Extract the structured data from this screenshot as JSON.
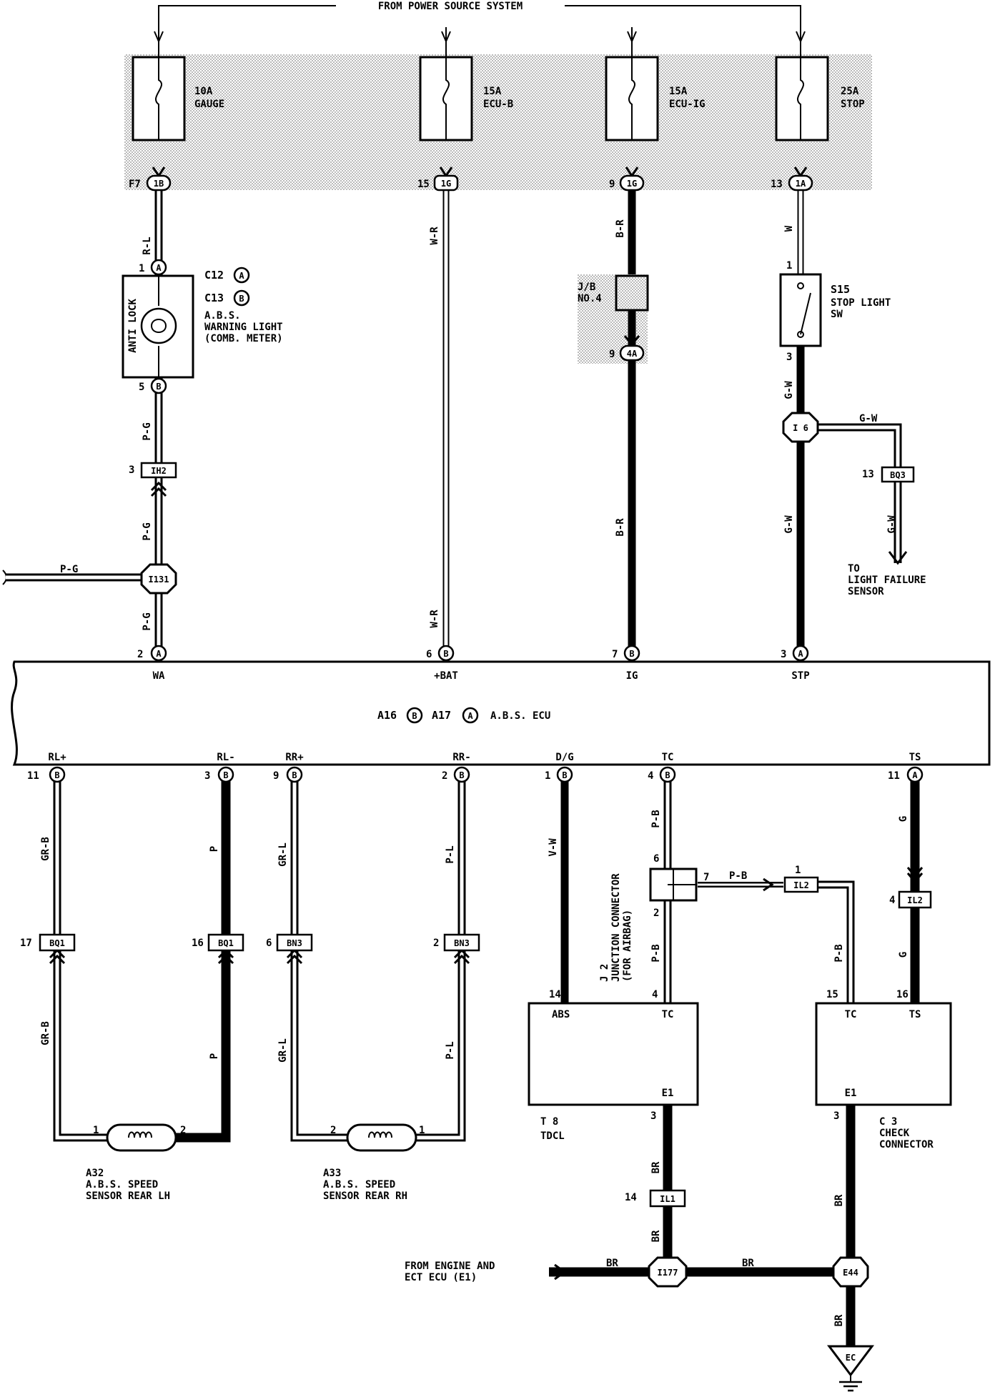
{
  "header": {
    "power_source": "FROM POWER SOURCE SYSTEM"
  },
  "fuses": [
    {
      "id": "gauge",
      "rating": "10A",
      "name": "GAUGE",
      "pin": "F7",
      "connector": "1B"
    },
    {
      "id": "ecub",
      "rating": "15A",
      "name": "ECU-B",
      "pin": "15",
      "connector": "1G"
    },
    {
      "id": "ecuig",
      "rating": "15A",
      "name": "ECU-IG",
      "pin": "9",
      "connector": "1G"
    },
    {
      "id": "stop",
      "rating": "25A",
      "name": "STOP",
      "pin": "13",
      "connector": "1A"
    }
  ],
  "wires": {
    "rl": "R-L",
    "wr": "W-R",
    "br": "B-R",
    "w": "W",
    "pg": "P-G",
    "gw": "G-W",
    "grb": "GR-B",
    "p": "P",
    "grl": "GR-L",
    "pl": "P-L",
    "vw": "V-W",
    "pb": "P-B",
    "g": "G",
    "brn": "BR"
  },
  "warning_light": {
    "codes": [
      "C12",
      "C13"
    ],
    "code_marks": [
      "A",
      "B"
    ],
    "title": "A.B.S.",
    "line2": "WARNING LIGHT",
    "line3": "(COMB. METER)",
    "lamp_text": "ANTI LOCK",
    "pin_top": "1",
    "pin_top_mark": "A",
    "pin_bot": "5",
    "pin_bot_mark": "B"
  },
  "junction_block": {
    "label1": "J/B",
    "label2": "NO.4",
    "pin": "9",
    "connector": "4A"
  },
  "stop_switch": {
    "id": "S15",
    "line1": "STOP LIGHT",
    "line2": "SW",
    "pin_top": "1",
    "pin_bot": "3"
  },
  "connectors": {
    "ih2": {
      "pin": "3",
      "label": "IH2"
    },
    "i131": {
      "label": "I131"
    },
    "i6": {
      "label": "I 6"
    },
    "bq3": {
      "pin": "13",
      "label": "BQ3"
    },
    "bq1a": {
      "pin": "17",
      "label": "BQ1"
    },
    "bq1b": {
      "pin": "16",
      "label": "BQ1"
    },
    "bn3a": {
      "pin": "6",
      "label": "BN3"
    },
    "bn3b": {
      "pin": "2",
      "label": "BN3"
    },
    "il2a": {
      "pin": "1",
      "label": "IL2"
    },
    "il2b": {
      "pin": "4",
      "label": "IL2"
    },
    "il1": {
      "pin": "14",
      "label": "IL1"
    },
    "i177": {
      "label": "I177"
    },
    "e44": {
      "label": "E44"
    },
    "ec": {
      "label": "EC"
    }
  },
  "light_failure": {
    "line1": "TO",
    "line2": "LIGHT FAILURE",
    "line3": "SENSOR"
  },
  "ecu": {
    "id1": "A16",
    "mark1": "B",
    "id2": "A17",
    "mark2": "A",
    "name": "A.B.S. ECU",
    "top_pins": [
      {
        "num": "2",
        "mark": "A",
        "name": "WA"
      },
      {
        "num": "6",
        "mark": "B",
        "name": "+BAT"
      },
      {
        "num": "7",
        "mark": "B",
        "name": "IG"
      },
      {
        "num": "3",
        "mark": "A",
        "name": "STP"
      }
    ],
    "bottom_pins": [
      {
        "num": "11",
        "mark": "B",
        "name": "RL+"
      },
      {
        "num": "3",
        "mark": "B",
        "name": "RL-"
      },
      {
        "num": "9",
        "mark": "B",
        "name": "RR+"
      },
      {
        "num": "2",
        "mark": "B",
        "name": "RR-"
      },
      {
        "num": "1",
        "mark": "B",
        "name": "D/G"
      },
      {
        "num": "4",
        "mark": "B",
        "name": "TC"
      },
      {
        "num": "11",
        "mark": "A",
        "name": "TS"
      }
    ]
  },
  "sensor_lh": {
    "id": "A32",
    "line1": "A.B.S. SPEED",
    "line2": "SENSOR REAR LH",
    "pin_a": "1",
    "pin_b": "2"
  },
  "sensor_rh": {
    "id": "A33",
    "line1": "A.B.S. SPEED",
    "line2": "SENSOR REAR RH",
    "pin_a": "2",
    "pin_b": "1"
  },
  "j2": {
    "line1": "J 2",
    "line2": "JUNCTION CONNECTOR",
    "line3": "(FOR AIRBAG)",
    "pin6": "6",
    "pin7": "7",
    "pin2": "2"
  },
  "tdcl": {
    "id": "T 8",
    "name": "TDCL",
    "pin_abs": "14",
    "abs": "ABS",
    "pin_tc": "4",
    "tc": "TC",
    "e1": "E1",
    "pin_e1": "3"
  },
  "check_connector": {
    "id": "C 3",
    "line1": "CHECK",
    "line2": "CONNECTOR",
    "pin_tc": "15",
    "tc": "TC",
    "pin_ts": "16",
    "ts": "TS",
    "e1": "E1",
    "pin_e1": "3"
  },
  "engine_ecu": {
    "line1": "FROM ENGINE AND",
    "line2": "ECT ECU (E1)"
  }
}
